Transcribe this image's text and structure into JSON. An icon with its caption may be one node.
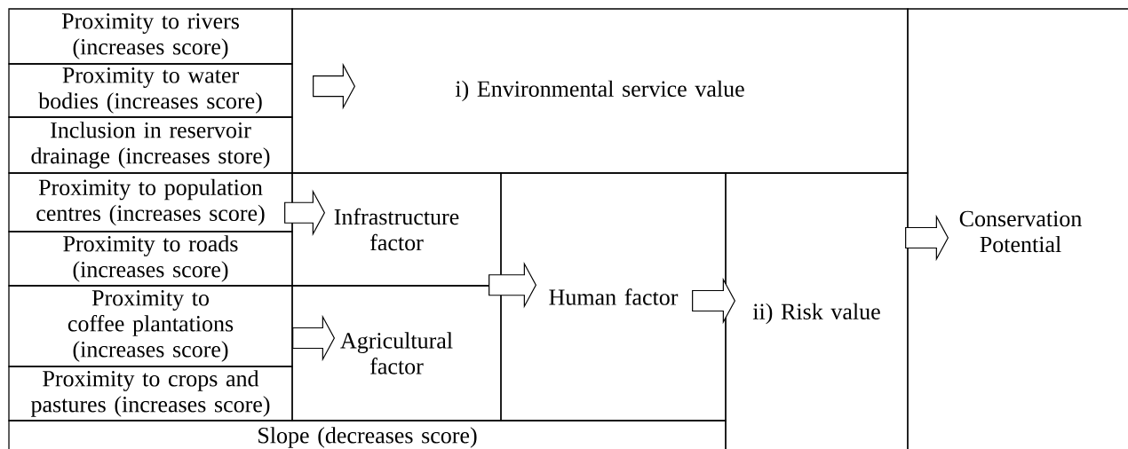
{
  "diagram": {
    "nodes": [
      {
        "text": [
          "Proximity to rivers (increases score)"
        ]
      },
      {
        "text": [
          "Proximity to water bodies (increases score)"
        ]
      },
      {
        "text": [
          "Inclusion in reservoir drainage (increases store)"
        ]
      },
      {
        "text": [
          "Proximity to population centres (increases score)"
        ]
      },
      {
        "text": [
          "Proximity to roads (increases score)"
        ]
      },
      {
        "text": [
          "Proximity to coffee plantations (increases score)"
        ]
      },
      {
        "text": [
          "Proximity to crops and pastures (increases score)"
        ]
      },
      {
        "text": [
          "Slope (decreases score)"
        ]
      },
      {
        "text": [
          "i) Environmental service value"
        ]
      },
      {
        "text": [
          "Infrastructure factor"
        ]
      },
      {
        "text": [
          "Agricultural factor"
        ]
      },
      {
        "text": [
          "Human  factor"
        ]
      },
      {
        "text": [
          "ii) Risk value"
        ]
      },
      {
        "text": [
          "Conservation Potential"
        ]
      }
    ],
    "edges": [
      {
        "from": 0,
        "to": 8,
        "arrow": "to"
      },
      {
        "from": 1,
        "to": 8,
        "arrow": "to"
      },
      {
        "from": 2,
        "to": 8,
        "arrow": "to"
      },
      {
        "from": 3,
        "to": 9,
        "arrow": "to"
      },
      {
        "from": 4,
        "to": 9,
        "arrow": "to"
      },
      {
        "from": 5,
        "to": 10,
        "arrow": "to"
      },
      {
        "from": 6,
        "to": 10,
        "arrow": "to"
      },
      {
        "from": 9,
        "to": 11,
        "arrow": "to"
      },
      {
        "from": 10,
        "to": 11,
        "arrow": "to"
      },
      {
        "from": 11,
        "to": 12,
        "arrow": "to"
      },
      {
        "from": 8,
        "to": 13,
        "arrow": "to"
      },
      {
        "from": 12,
        "to": 13,
        "arrow": "to"
      }
    ]
  }
}
